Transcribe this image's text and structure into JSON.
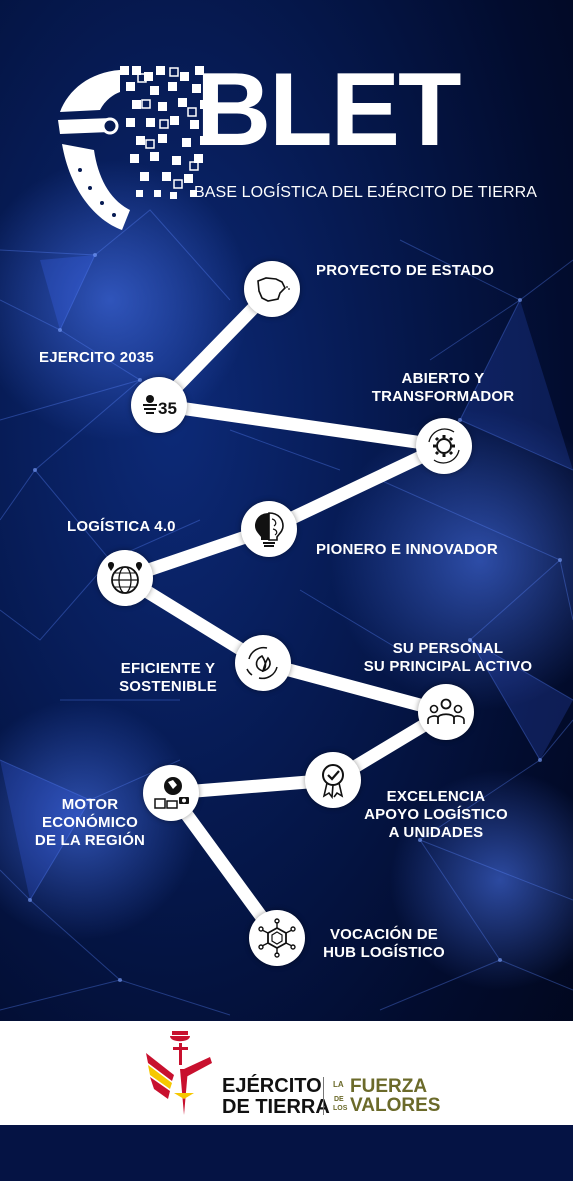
{
  "logo": {
    "word": "BLET",
    "subtitle": "BASE LOGÍSTICA DEL EJÉRCITO DE TIERRA"
  },
  "steps": [
    {
      "id": "proyecto",
      "label": "PROYECTO DE ESTADO",
      "icon": "spain-map-icon"
    },
    {
      "id": "ejercito2035",
      "label": "EJERCITO 2035",
      "icon": "ejercito-35-icon"
    },
    {
      "id": "abierto",
      "label_line1": "ABIERTO Y",
      "label_line2": "TRANSFORMADOR",
      "icon": "gear-cycle-icon"
    },
    {
      "id": "pionero",
      "label": "PIONERO E INNOVADOR",
      "icon": "brain-bulb-icon"
    },
    {
      "id": "logistica",
      "label": "LOGÍSTICA 4.0",
      "icon": "globe-pins-icon"
    },
    {
      "id": "eficiente",
      "label_line1": "EFICIENTE Y",
      "label_line2": "SOSTENIBLE",
      "icon": "leaf-recycle-icon"
    },
    {
      "id": "personal",
      "label_line1": "SU PERSONAL",
      "label_line2": "SU PRINCIPAL ACTIVO",
      "icon": "people-group-icon"
    },
    {
      "id": "excelencia",
      "label_line1": "EXCELENCIA",
      "label_line2": "APOYO LOGÍSTICO",
      "label_line3": "A UNIDADES",
      "icon": "award-badge-icon"
    },
    {
      "id": "motor",
      "label_line1": "MOTOR",
      "label_line2": "ECONÓMICO",
      "label_line3": "DE LA REGIÓN",
      "icon": "economy-globe-icon"
    },
    {
      "id": "hub",
      "label_line1": "VOCACIÓN DE",
      "label_line2": "HUB LOGÍSTICO",
      "icon": "hexagon-network-icon"
    }
  ],
  "footer": {
    "org_line1": "EJÉRCITO",
    "org_line2": "DE TIERRA",
    "motto_small_1": "LA",
    "motto_small_2": "DE",
    "motto_small_3": "LOS",
    "motto_big_1": "FUERZA",
    "motto_big_2": "VALORES"
  },
  "colors": {
    "background": "#061a52",
    "accent": "#ffffff",
    "motto": "#6b6a2a",
    "flag_red": "#c8102e",
    "flag_yellow": "#f6c700",
    "footer_bar": "#051344"
  }
}
